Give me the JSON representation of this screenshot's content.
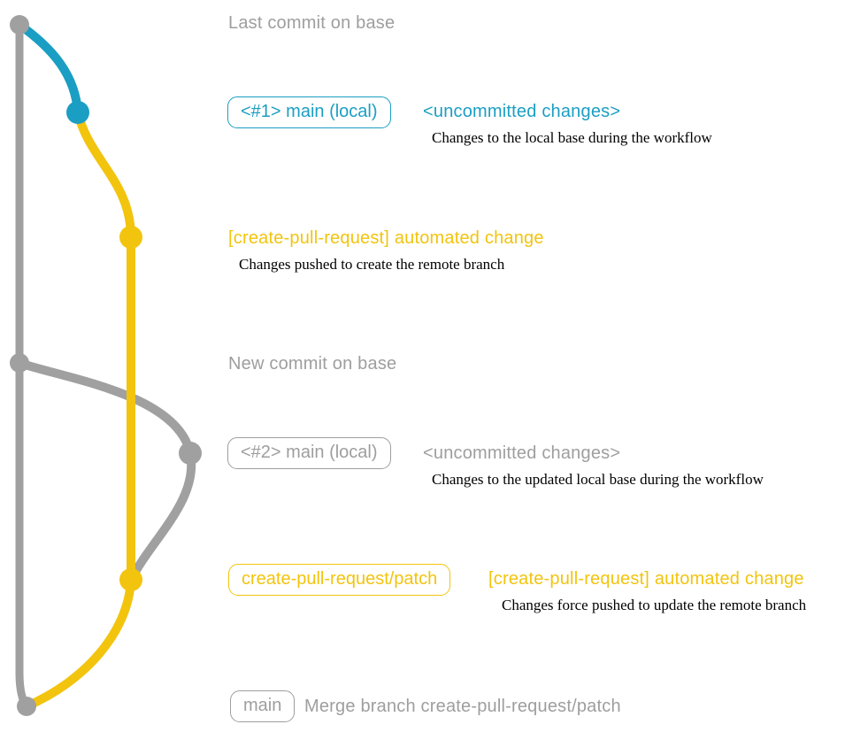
{
  "colors": {
    "gray": "#a0a0a0",
    "teal": "#1b9ec3",
    "yellow": "#f2c40e",
    "black": "#000000"
  },
  "graph": {
    "branches": [
      "base",
      "main (local)",
      "create-pull-request/patch"
    ],
    "commits": [
      {
        "id": "last-commit-on-base",
        "color": "gray"
      },
      {
        "id": "main-local-uncommitted-1",
        "color": "teal"
      },
      {
        "id": "create-pull-request-automated-change-1",
        "color": "yellow"
      },
      {
        "id": "new-commit-on-base",
        "color": "gray"
      },
      {
        "id": "main-local-uncommitted-2",
        "color": "gray"
      },
      {
        "id": "create-pull-request-automated-change-2",
        "color": "yellow"
      },
      {
        "id": "merge-commit",
        "color": "gray"
      }
    ]
  },
  "annotations": {
    "last_commit_label": "Last commit on base",
    "row1": {
      "badge": "<#1> main (local)",
      "status": "<uncommitted changes>",
      "desc": "Changes to the local base during the workflow"
    },
    "row2": {
      "title": "[create-pull-request] automated change",
      "desc": "Changes pushed to create the remote branch"
    },
    "new_commit_label": "New commit on base",
    "row3": {
      "badge": "<#2> main (local)",
      "status": "<uncommitted changes>",
      "desc": "Changes to the updated local base during the workflow"
    },
    "row4": {
      "badge": "create-pull-request/patch",
      "title": "[create-pull-request] automated change",
      "desc": "Changes force pushed to update the remote branch"
    },
    "row5": {
      "badge": "main",
      "text": "Merge branch create-pull-request/patch"
    }
  }
}
